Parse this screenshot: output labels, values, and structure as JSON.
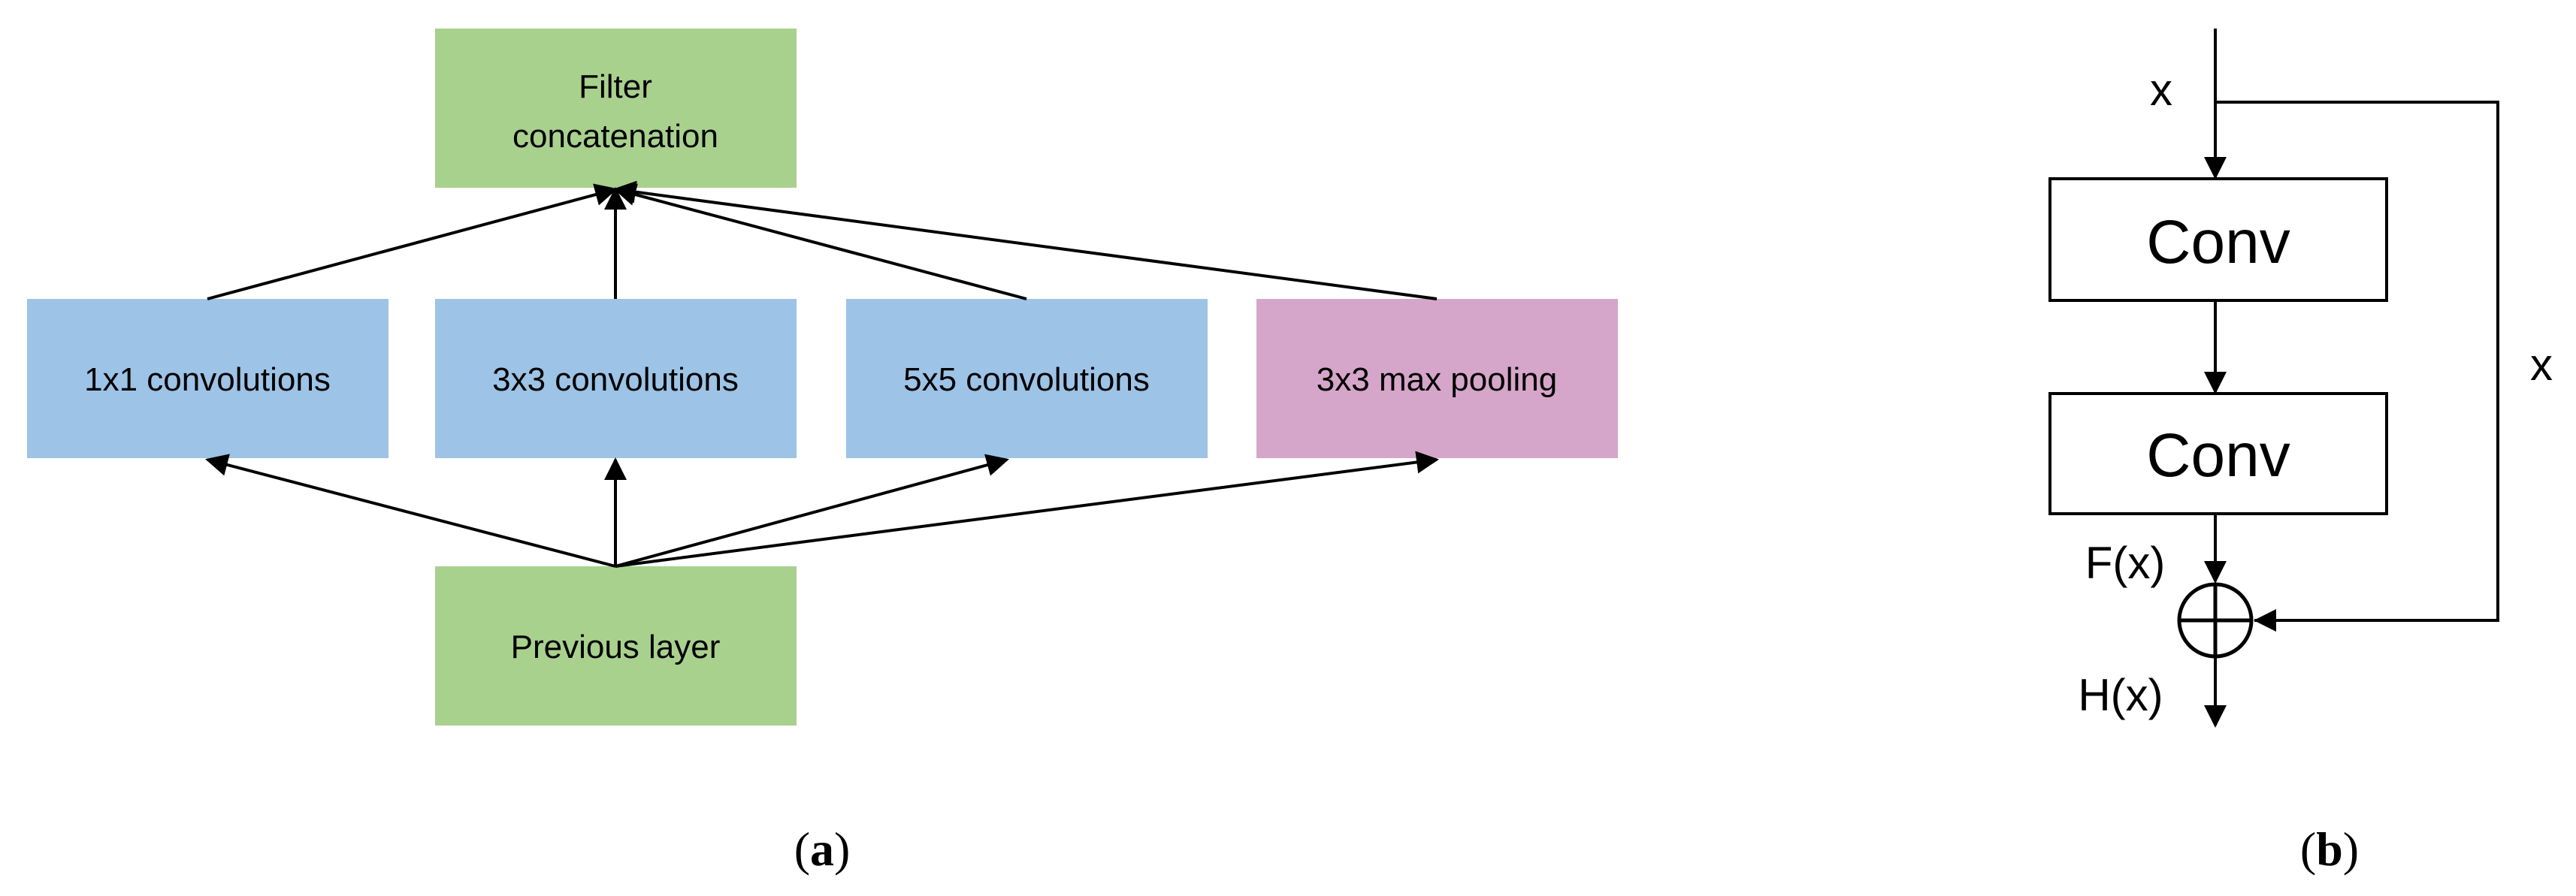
{
  "panel_a": {
    "top": {
      "line1": "Filter",
      "line2": "concatenation",
      "color": "#a9d18e"
    },
    "branches": [
      {
        "label": "1x1 convolutions",
        "color": "#9dc3e6"
      },
      {
        "label": "3x3 convolutions",
        "color": "#9dc3e6"
      },
      {
        "label": "5x5 convolutions",
        "color": "#9dc3e6"
      },
      {
        "label": "3x3 max pooling",
        "color": "#d5a6c9"
      }
    ],
    "bottom": {
      "label": "Previous layer",
      "color": "#a9d18e"
    },
    "caption": {
      "open": "(",
      "letter": "a",
      "close": ")"
    }
  },
  "panel_b": {
    "input_label": "x",
    "skip_label": "x",
    "conv1_label": "Conv",
    "conv2_label": "Conv",
    "fx_label": "F(x)",
    "hx_label": "H(x)",
    "caption": {
      "open": "(",
      "letter": "b",
      "close": ")"
    }
  }
}
